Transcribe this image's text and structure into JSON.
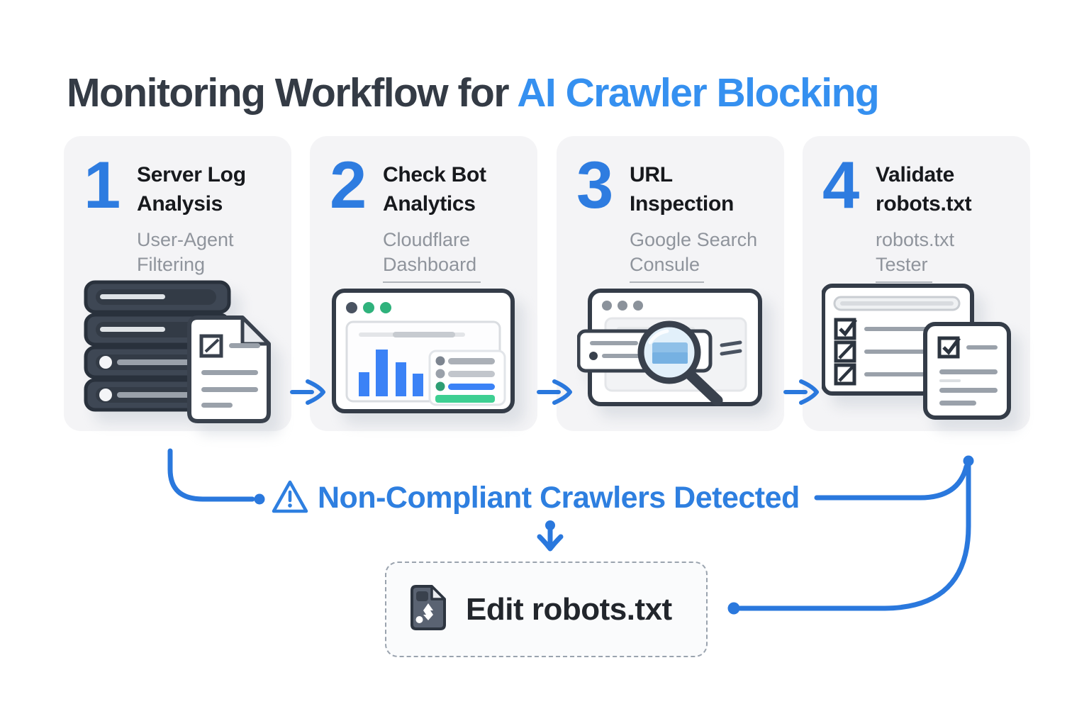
{
  "title": {
    "prefix": "Monitoring Workflow for ",
    "highlight": "AI Crawler Blocking"
  },
  "steps": [
    {
      "number": "1",
      "title": "Server Log Analysis",
      "subtitle_line1": "User-Agent",
      "subtitle_line2": "Filtering",
      "icon": "server-stack-log-document-icon"
    },
    {
      "number": "2",
      "title": "Check Bot Analytics",
      "subtitle_line1": "Cloudflare",
      "subtitle_line2": "Dashboard",
      "icon": "bot-analytics-dashboard-icon"
    },
    {
      "number": "3",
      "title": "URL Inspection",
      "subtitle_line1": "Google Search",
      "subtitle_line2": "Consule",
      "icon": "browser-magnifier-icon"
    },
    {
      "number": "4",
      "title": "Validate robots.txt",
      "subtitle_line1": "robots.txt",
      "subtitle_line2": "Tester",
      "icon": "checklist-document-icon"
    }
  ],
  "flow": {
    "alert_label": "Non-Compliant Crawlers Detected",
    "alert_icon": "warning-triangle-icon",
    "action_label": "Edit robots.txt",
    "action_icon": "robots-file-icon"
  },
  "colors": {
    "heading_dark": "#343B45",
    "title_highlight_blue": "#3590F0",
    "step_number_blue": "#2E7CE0",
    "flow_line_blue": "#2A78DD",
    "alert_text_blue": "#2E7FE0",
    "card_background": "#F4F4F6",
    "icon_outline_dark": "#343C48",
    "chart_bar_blue": "#3B82F6",
    "success_green": "#3ECF92",
    "muted_text_gray": "#8F949C"
  }
}
